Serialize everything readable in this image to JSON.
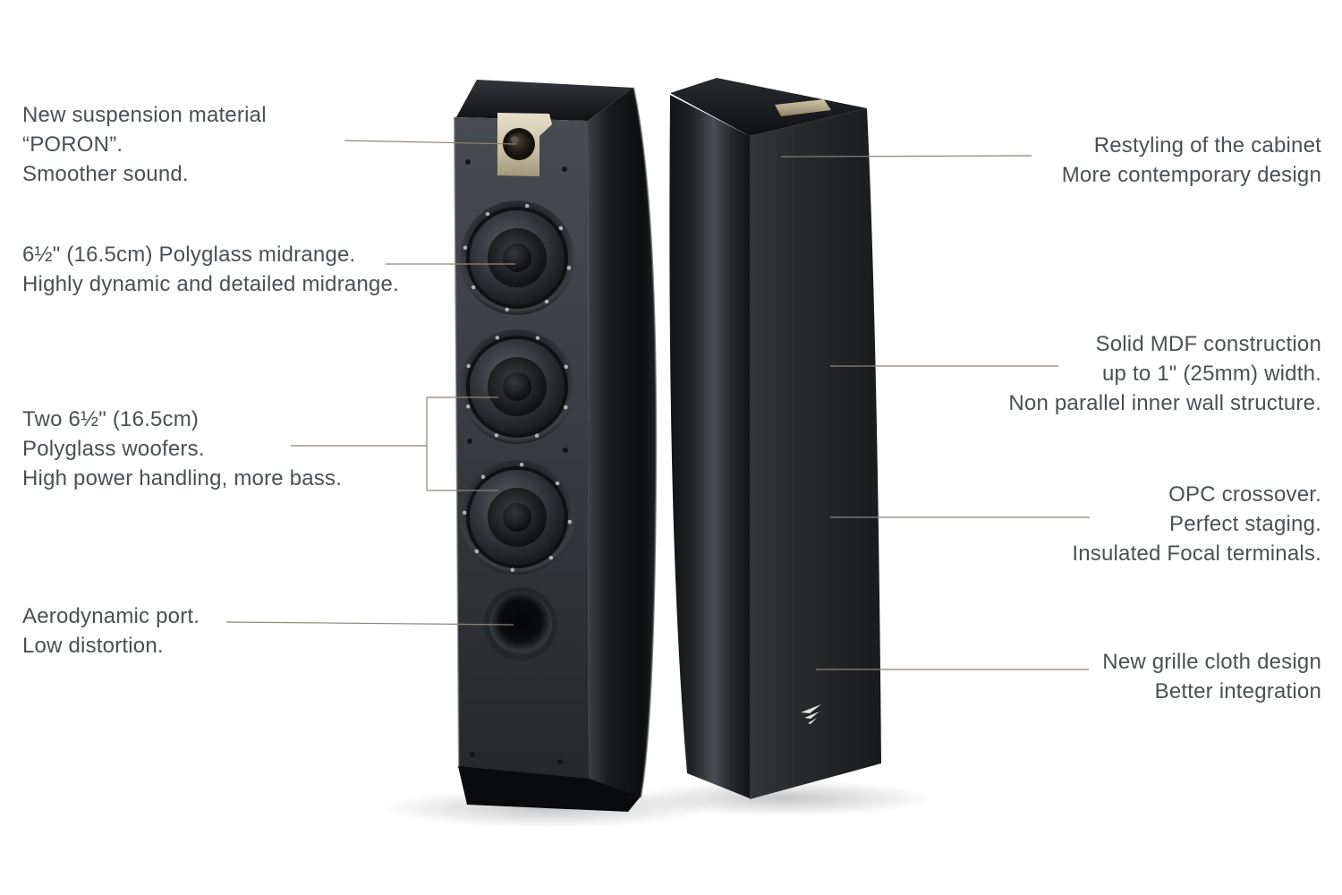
{
  "colors": {
    "background": "#ffffff",
    "text": "#4b5054",
    "leader_line": "#8d8379",
    "cabinet_front": "#3a3d41",
    "cabinet_side": "#141617",
    "grille": "#232527",
    "tweeter_plate": "#d8cfb6",
    "top_badge": "#b3a687",
    "brand_logo_color": "#e3e3df"
  },
  "icons": {
    "brand_logo": "focal-logo"
  },
  "annotations": {
    "left": [
      {
        "id": "new-suspension",
        "lines": [
          "New suspension material",
          "“PORON”.",
          "Smoother sound."
        ]
      },
      {
        "id": "midrange",
        "lines": [
          "6½\" (16.5cm) Polyglass midrange.",
          "Highly dynamic and detailed midrange."
        ]
      },
      {
        "id": "woofers",
        "lines": [
          "Two 6½\" (16.5cm)",
          "Polyglass woofers.",
          "High power handling, more bass."
        ]
      },
      {
        "id": "port",
        "lines": [
          "Aerodynamic port.",
          "Low distortion."
        ]
      }
    ],
    "right": [
      {
        "id": "restyling",
        "lines": [
          "Restyling of the cabinet",
          "More contemporary design"
        ]
      },
      {
        "id": "mdf",
        "lines": [
          "Solid MDF construction",
          "up to 1\" (25mm) width.",
          "Non parallel inner wall structure."
        ]
      },
      {
        "id": "opc",
        "lines": [
          "OPC crossover.",
          "Perfect staging.",
          "Insulated Focal terminals."
        ]
      },
      {
        "id": "grille",
        "lines": [
          "New grille cloth design",
          "Better integration"
        ]
      }
    ]
  }
}
